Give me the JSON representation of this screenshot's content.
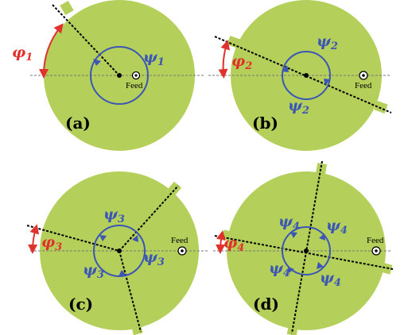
{
  "colors": {
    "patch": "#b4cf5a",
    "loop": "#3b56b5",
    "angle": "#e0322c",
    "slot_line": "#000000",
    "axis_line": "#777777"
  },
  "feed_label": "Feed",
  "panels": [
    {
      "label": "(a)",
      "phi": "φ",
      "phi_sub": "1",
      "psi": "ψ",
      "psi_sub": "1",
      "slot_count": 1
    },
    {
      "label": "(b)",
      "phi": "φ",
      "phi_sub": "2",
      "psi": "ψ",
      "psi_sub": "2",
      "slot_count": 2
    },
    {
      "label": "(c)",
      "phi": "φ",
      "phi_sub": "3",
      "psi": "ψ",
      "psi_sub": "3",
      "slot_count": 3
    },
    {
      "label": "(d)",
      "phi": "φ",
      "phi_sub": "4",
      "psi": "ψ",
      "psi_sub": "4",
      "slot_count": 4
    }
  ]
}
